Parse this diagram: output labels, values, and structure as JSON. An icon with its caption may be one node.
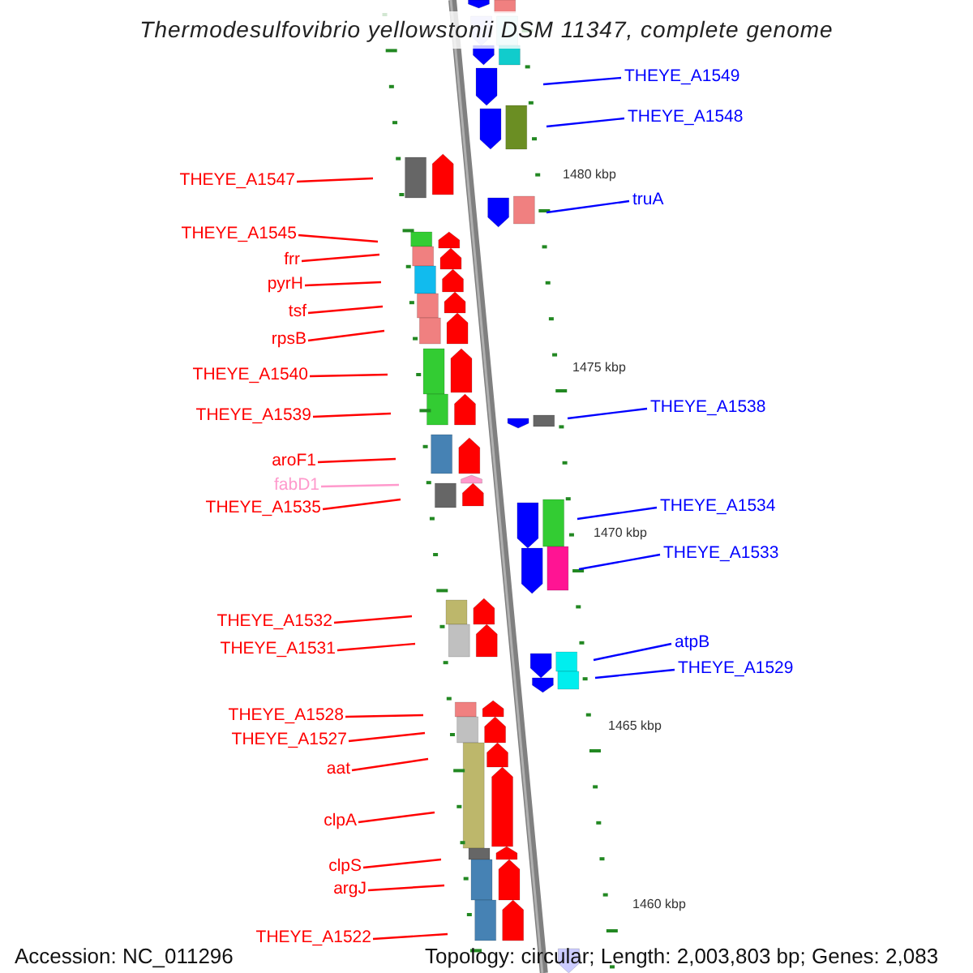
{
  "diagram": {
    "title": "Thermodesulfovibrio yellowstonii DSM 11347, complete genome",
    "nodes": [
      {
        "text": [
          "THEYE_A1549"
        ]
      },
      {
        "text": [
          "THEYE_A1548"
        ]
      },
      {
        "text": [
          "THEYE_A1547"
        ]
      },
      {
        "text": [
          "truA"
        ]
      },
      {
        "text": [
          "THEYE_A1545"
        ]
      },
      {
        "text": [
          "frr"
        ]
      },
      {
        "text": [
          "pyrH"
        ]
      },
      {
        "text": [
          "tsf"
        ]
      },
      {
        "text": [
          "rpsB"
        ]
      },
      {
        "text": [
          "THEYE_A1540"
        ]
      },
      {
        "text": [
          "THEYE_A1539"
        ]
      },
      {
        "text": [
          "THEYE_A1538"
        ]
      },
      {
        "text": [
          "aroF1"
        ]
      },
      {
        "text": [
          "fabD1"
        ]
      },
      {
        "text": [
          "THEYE_A1535"
        ]
      },
      {
        "text": [
          "THEYE_A1534"
        ]
      },
      {
        "text": [
          "THEYE_A1533"
        ]
      },
      {
        "text": [
          "THEYE_A1532"
        ]
      },
      {
        "text": [
          "THEYE_A1531"
        ]
      },
      {
        "text": [
          "atpB"
        ]
      },
      {
        "text": [
          "THEYE_A1529"
        ]
      },
      {
        "text": [
          "THEYE_A1528"
        ]
      },
      {
        "text": [
          "THEYE_A1527"
        ]
      },
      {
        "text": [
          "aat"
        ]
      },
      {
        "text": [
          "clpA"
        ]
      },
      {
        "text": [
          "clpS"
        ]
      },
      {
        "text": [
          "argJ"
        ]
      },
      {
        "text": [
          "THEYE_A1522"
        ]
      }
    ],
    "edges": [
      {
        "from": 0,
        "to": null,
        "arrow": "none",
        "color": "#0000ff"
      },
      {
        "from": 1,
        "to": null,
        "arrow": "none",
        "color": "#0000ff"
      },
      {
        "from": 2,
        "to": null,
        "arrow": "none"
      },
      {
        "from": 3,
        "to": null,
        "arrow": "none",
        "color": "#0000ff"
      },
      {
        "from": 4,
        "to": null,
        "arrow": "none"
      },
      {
        "from": 5,
        "to": null,
        "arrow": "none"
      },
      {
        "from": 6,
        "to": null,
        "arrow": "none"
      },
      {
        "from": 7,
        "to": null,
        "arrow": "none"
      },
      {
        "from": 8,
        "to": null,
        "arrow": "none"
      },
      {
        "from": 9,
        "to": null,
        "arrow": "none"
      },
      {
        "from": 10,
        "to": null,
        "arrow": "none"
      },
      {
        "from": 11,
        "to": null,
        "arrow": "none",
        "color": "#0000ff"
      },
      {
        "from": 12,
        "to": null,
        "arrow": "none"
      },
      {
        "from": 13,
        "to": null,
        "arrow": "none",
        "color": "#ff99cc"
      },
      {
        "from": 14,
        "to": null,
        "arrow": "none"
      },
      {
        "from": 15,
        "to": null,
        "arrow": "none",
        "color": "#0000ff"
      },
      {
        "from": 16,
        "to": null,
        "arrow": "none",
        "color": "#0000ff"
      },
      {
        "from": 17,
        "to": null,
        "arrow": "none"
      },
      {
        "from": 18,
        "to": null,
        "arrow": "none"
      },
      {
        "from": 19,
        "to": null,
        "arrow": "none",
        "color": "#0000ff"
      },
      {
        "from": 20,
        "to": null,
        "arrow": "none",
        "color": "#0000ff"
      },
      {
        "from": 21,
        "to": null,
        "arrow": "none"
      },
      {
        "from": 22,
        "to": null,
        "arrow": "none"
      },
      {
        "from": 23,
        "to": null,
        "arrow": "none"
      },
      {
        "from": 24,
        "to": null,
        "arrow": "none"
      },
      {
        "from": 25,
        "to": null,
        "arrow": "none"
      },
      {
        "from": 26,
        "to": null,
        "arrow": "none"
      },
      {
        "from": 27,
        "to": null,
        "arrow": "none"
      }
    ],
    "labels": [
      "1480 kbp",
      "1475 kbp",
      "1470 kbp",
      "1465 kbp",
      "1460 kbp",
      "Accession: NC_011296",
      "Topology: circular; Length: 2,003,803 bp; Genes: 2,083"
    ]
  }
}
